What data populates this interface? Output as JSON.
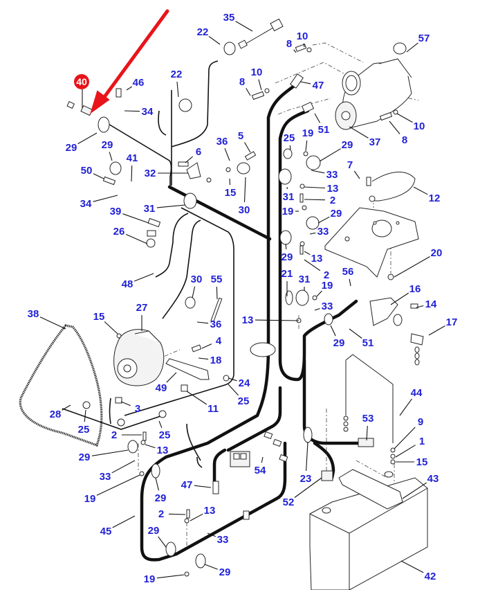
{
  "diagram": {
    "type": "exploded-parts-wiring-diagram",
    "highlighted_part": {
      "number": "40",
      "badge_color": "#e8141a",
      "arrow_color": "#e8141a"
    },
    "label_color": "#1f1fd6",
    "callouts": [
      "46",
      "34",
      "29",
      "29",
      "41",
      "50",
      "34",
      "22",
      "22",
      "35",
      "8",
      "10",
      "10",
      "8",
      "47",
      "57",
      "51",
      "37",
      "10",
      "8",
      "36",
      "5",
      "6",
      "32",
      "15",
      "30",
      "31",
      "39",
      "26",
      "48",
      "25",
      "19",
      "29",
      "33",
      "13",
      "2",
      "31",
      "7",
      "12",
      "19",
      "29",
      "33",
      "29",
      "13",
      "2",
      "20",
      "56",
      "16",
      "14",
      "17",
      "21",
      "31",
      "19",
      "33",
      "13",
      "29",
      "51",
      "55",
      "30",
      "36",
      "27",
      "15",
      "38",
      "4",
      "18",
      "49",
      "24",
      "25",
      "11",
      "3",
      "28",
      "25",
      "2",
      "25",
      "29",
      "13",
      "33",
      "19",
      "29",
      "47",
      "54",
      "23",
      "52",
      "53",
      "44",
      "9",
      "1",
      "15",
      "43",
      "42",
      "45",
      "2",
      "13",
      "29",
      "33",
      "19",
      "29"
    ],
    "parts": {
      "starter_motor": "37",
      "alternator": "27",
      "battery": "42",
      "battery_hold_down": "43",
      "battery_rod": "44",
      "v_belt": "38",
      "main_harness": "45",
      "positive_cable": "47",
      "starter_cable": "51",
      "mounting_plate": "12",
      "bracket": "16",
      "pin_with_chain": "17",
      "sensor": "35",
      "terminal": "52",
      "clamp": "53",
      "connector_set": "54"
    }
  }
}
